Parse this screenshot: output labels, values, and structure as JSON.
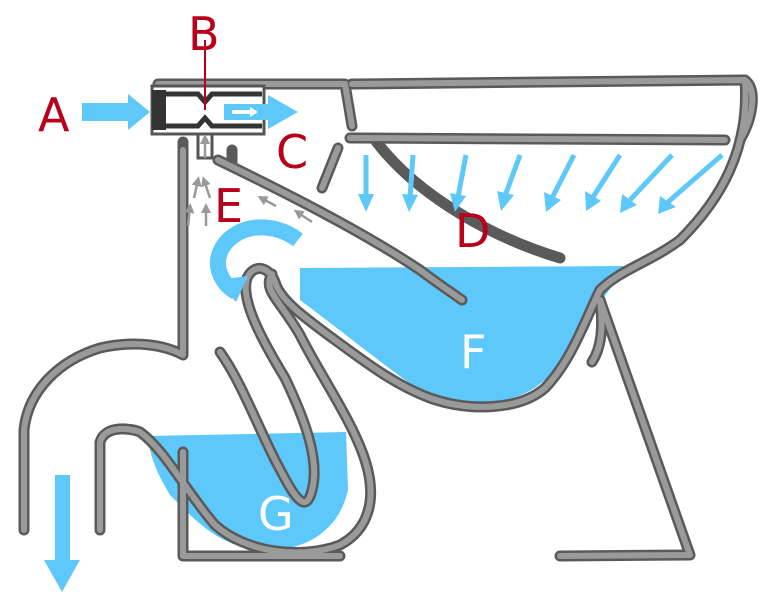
{
  "diagram": {
    "labels": {
      "A": "A",
      "B": "B",
      "C": "C",
      "D": "D",
      "E": "E",
      "F": "F",
      "G": "G"
    },
    "colors": {
      "water": "#5ec8fb",
      "wall": "#888888",
      "wall_outline": "#555555",
      "label": "#b8001a",
      "small_arrow": "#999999",
      "background": "#ffffff"
    }
  }
}
